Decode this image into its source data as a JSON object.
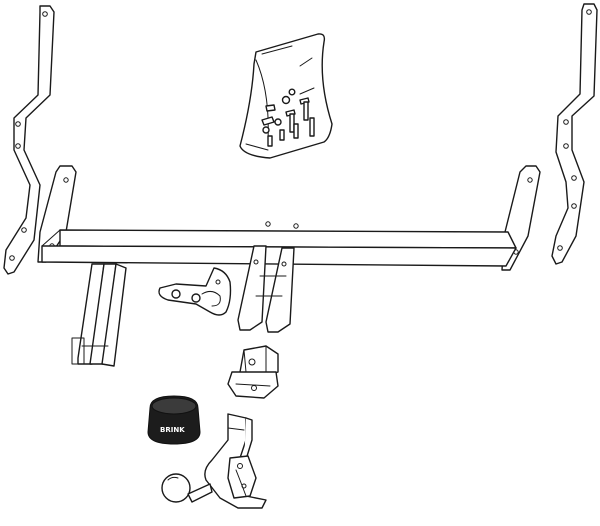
{
  "diagram": {
    "parts": [
      {
        "id": "left-side-bracket"
      },
      {
        "id": "right-side-bracket"
      },
      {
        "id": "hardware-bag"
      },
      {
        "id": "main-crossbar"
      },
      {
        "id": "spacer-plates"
      },
      {
        "id": "socket-plate"
      },
      {
        "id": "center-mounting-bracket"
      },
      {
        "id": "ball-lock-mechanism"
      },
      {
        "id": "ball-cover-cap"
      },
      {
        "id": "tow-ball-neck"
      }
    ],
    "cap_logo_text": "BRINK",
    "colors": {
      "line": "#1a1a1a",
      "shade": "#d9d9d9",
      "cap": "#1c1c1c",
      "background": "#ffffff"
    }
  }
}
